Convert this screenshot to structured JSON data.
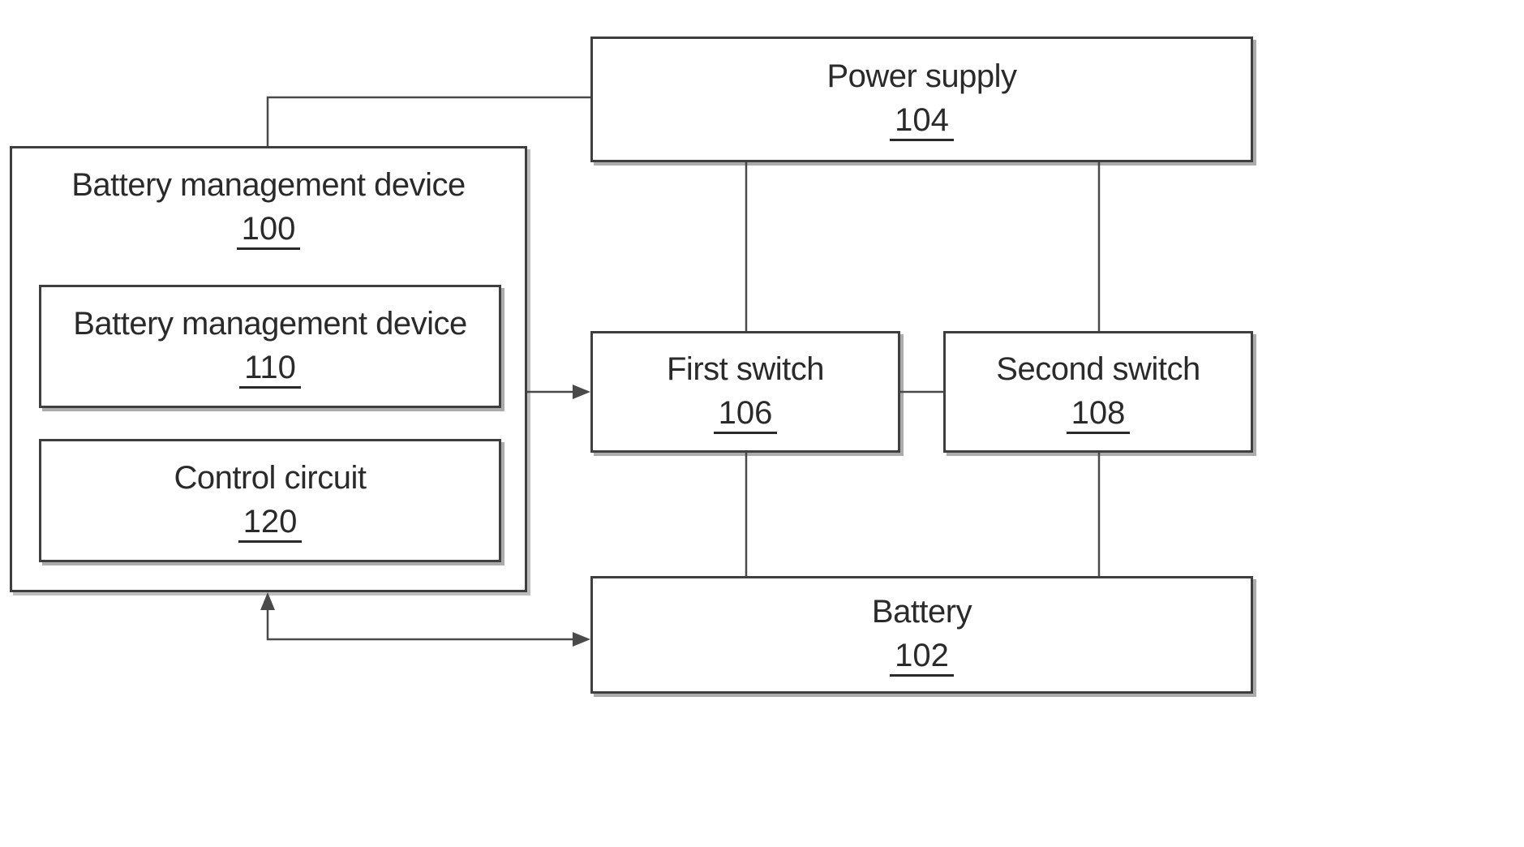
{
  "boxes": {
    "bmd_outer": {
      "title": "Battery management device",
      "ref": "100"
    },
    "bmd_inner": {
      "title": "Battery management device",
      "ref": "110"
    },
    "control_circuit": {
      "title": "Control circuit",
      "ref": "120"
    },
    "power_supply": {
      "title": "Power supply",
      "ref": "104"
    },
    "first_switch": {
      "title": "First switch",
      "ref": "106"
    },
    "second_switch": {
      "title": "Second switch",
      "ref": "108"
    },
    "battery": {
      "title": "Battery",
      "ref": "102"
    }
  },
  "colors": {
    "line": "#4a4a4a",
    "box_border": "#3f3f3f",
    "text": "#2a2a2a",
    "background": "#ffffff"
  }
}
